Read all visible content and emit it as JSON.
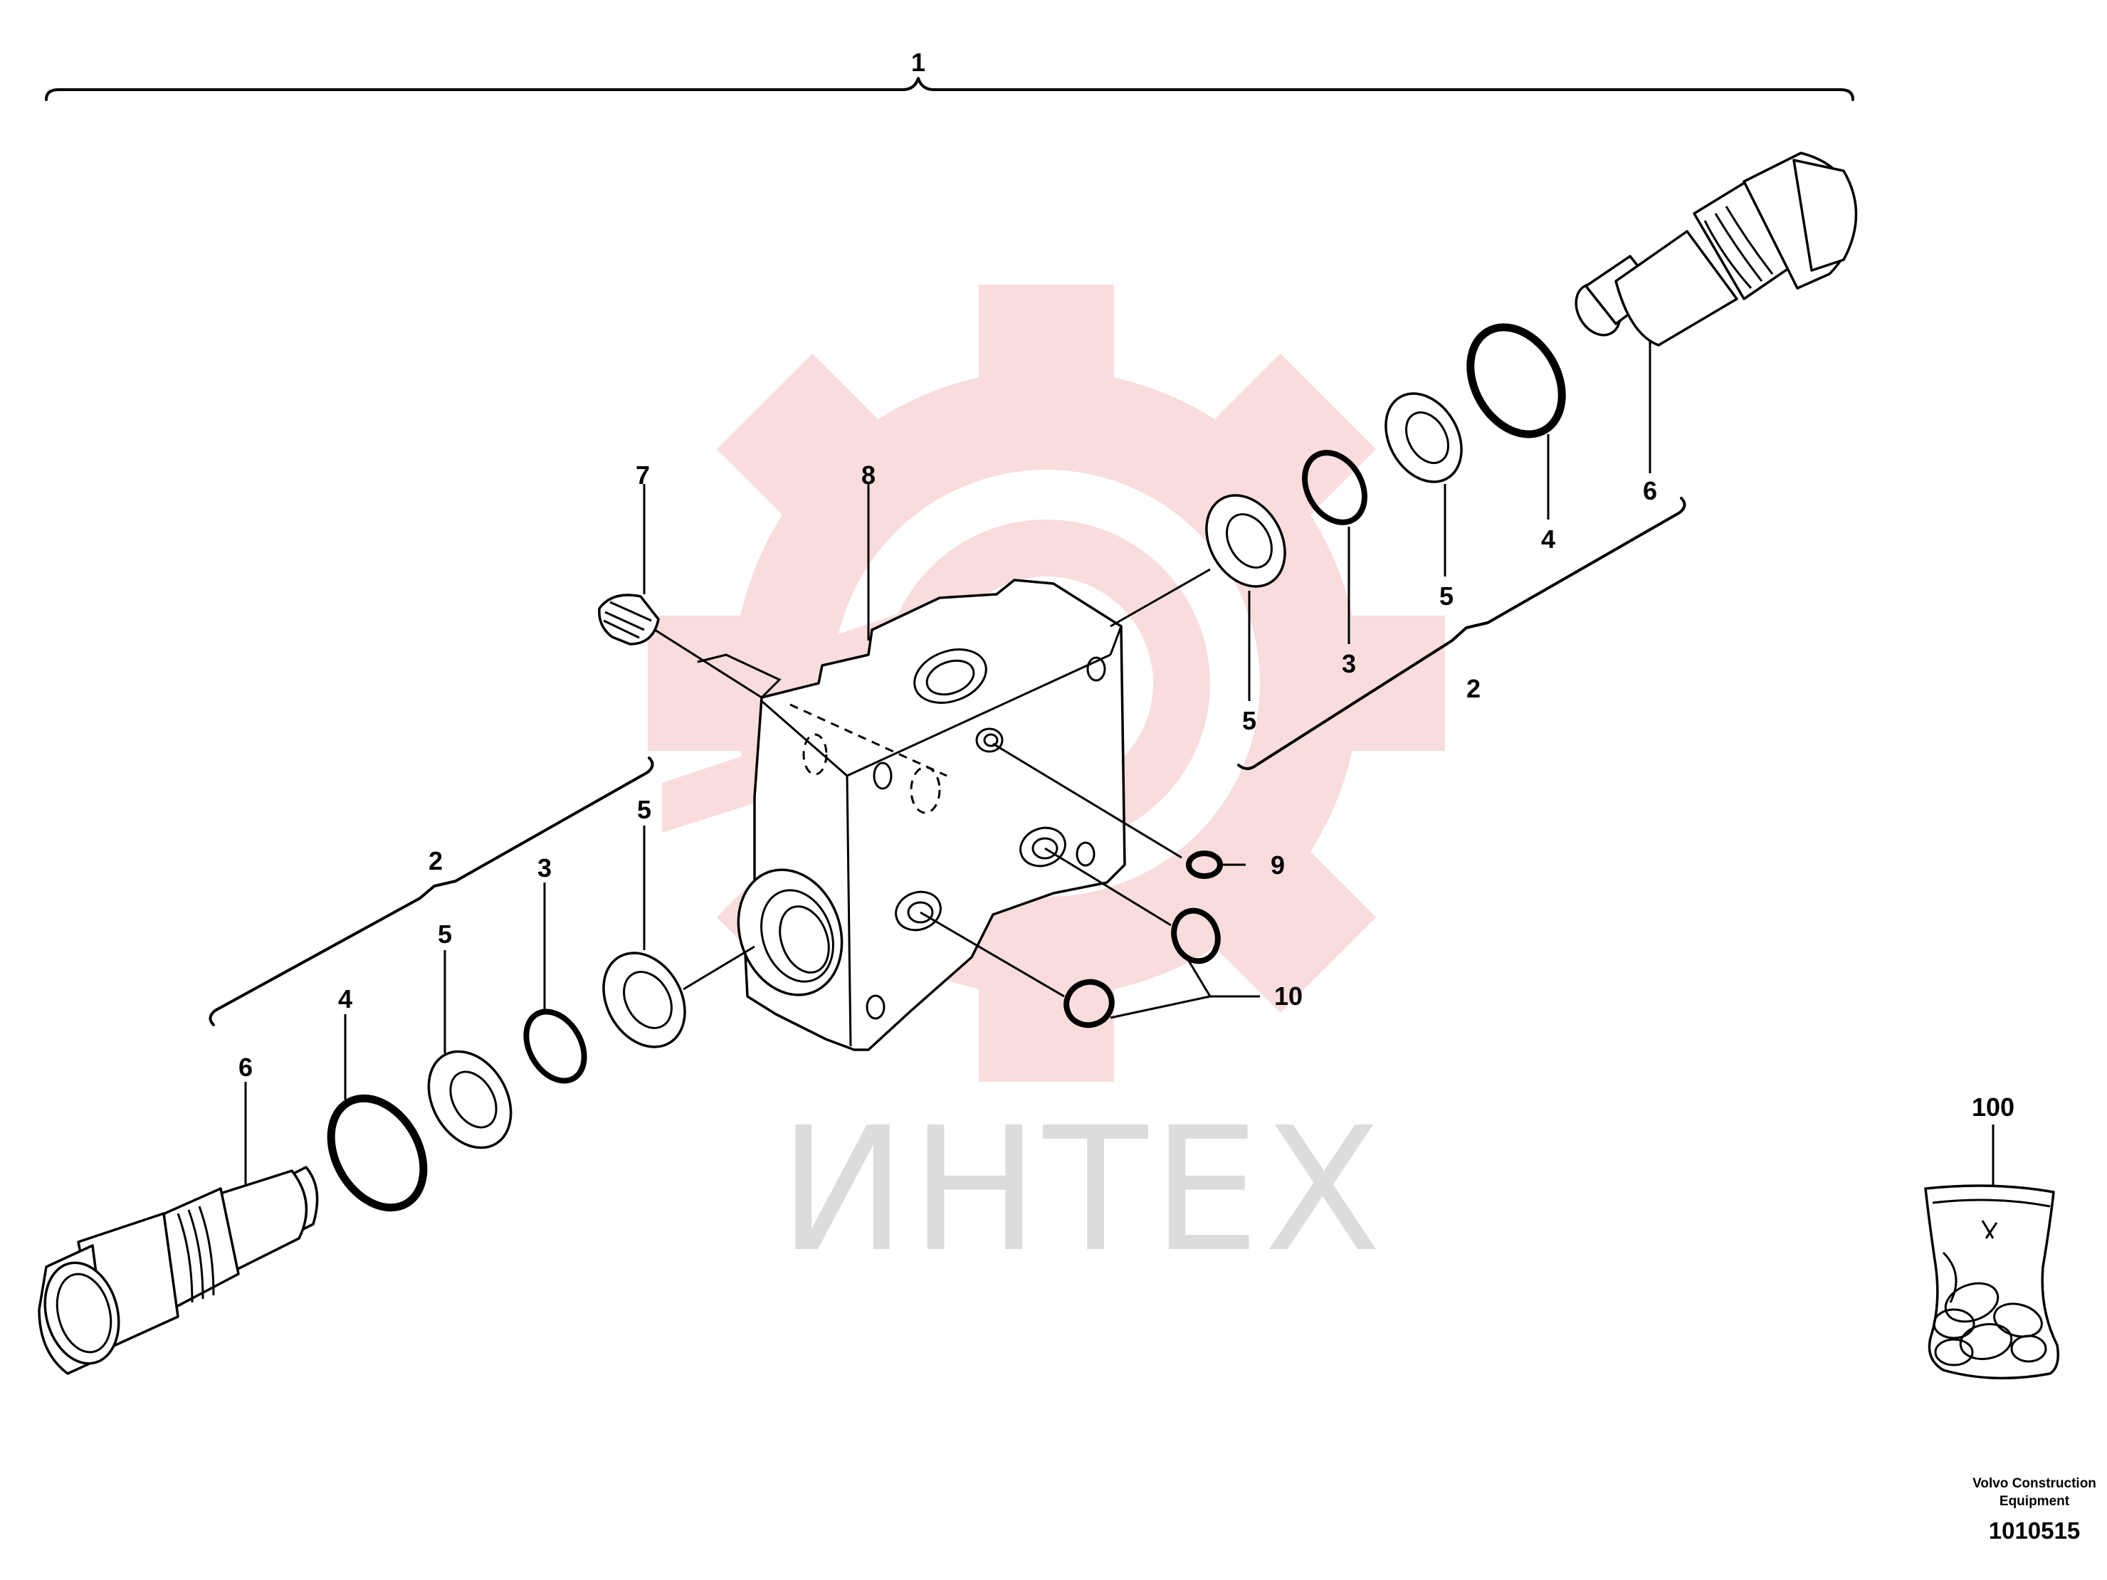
{
  "watermark": {
    "text": "ИНТЕХ",
    "gear_color": "#f9dcdc",
    "text_color": "#dcdcdc"
  },
  "callouts": {
    "assembly": "1",
    "valve_left": "2",
    "valve_right": "2",
    "oring_left": "3",
    "oring_right": "3",
    "backup_ring_left": "4",
    "backup_ring_right": "4",
    "washer_left_a": "5",
    "washer_left_b": "5",
    "washer_right_a": "5",
    "washer_right_b": "5",
    "plug_left": "6",
    "plug_right": "6",
    "set_screw": "7",
    "valve_block": "8",
    "small_oring": "9",
    "port_orings": "10",
    "seal_kit": "100"
  },
  "credit": {
    "line1": "Volvo Construction",
    "line2": "Equipment",
    "drawing_number": "1010515"
  }
}
